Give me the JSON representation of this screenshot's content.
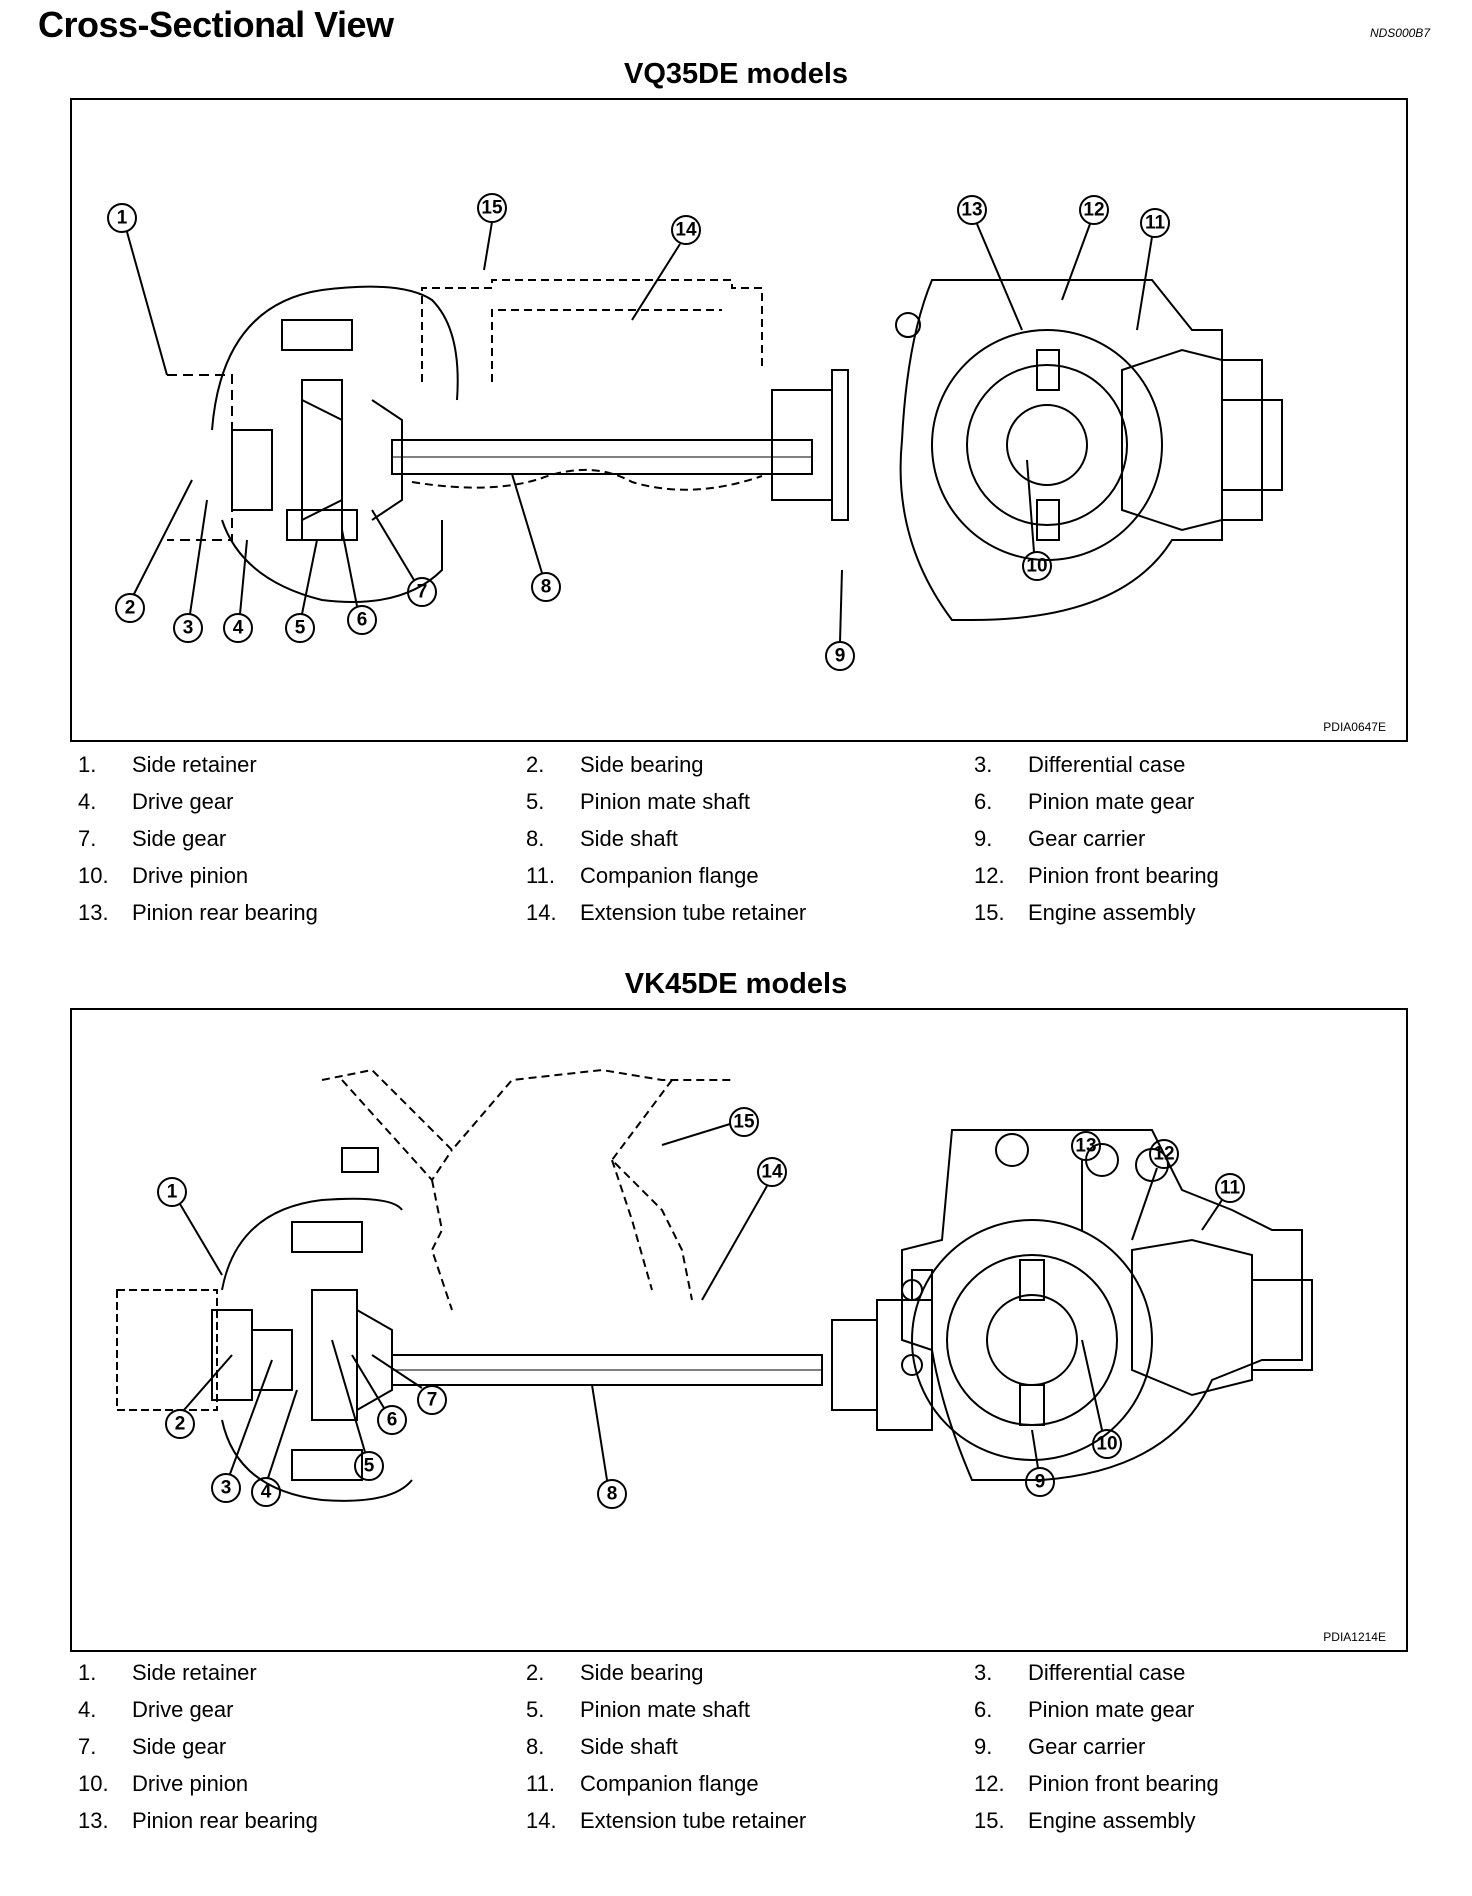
{
  "page": {
    "title": "Cross-Sectional View",
    "doc_code": "NDS000B7"
  },
  "sections": [
    {
      "title": "VQ35DE models",
      "figure_code": "PDIA0647E",
      "callouts": [
        "1",
        "2",
        "3",
        "4",
        "5",
        "6",
        "7",
        "8",
        "9",
        "10",
        "11",
        "12",
        "13",
        "14",
        "15"
      ],
      "legend": [
        {
          "num": "1.",
          "label": "Side retainer"
        },
        {
          "num": "2.",
          "label": "Side bearing"
        },
        {
          "num": "3.",
          "label": "Differential case"
        },
        {
          "num": "4.",
          "label": "Drive gear"
        },
        {
          "num": "5.",
          "label": "Pinion mate shaft"
        },
        {
          "num": "6.",
          "label": "Pinion mate gear"
        },
        {
          "num": "7.",
          "label": "Side gear"
        },
        {
          "num": "8.",
          "label": "Side shaft"
        },
        {
          "num": "9.",
          "label": "Gear carrier"
        },
        {
          "num": "10.",
          "label": "Drive pinion"
        },
        {
          "num": "11.",
          "label": "Companion flange"
        },
        {
          "num": "12.",
          "label": "Pinion front bearing"
        },
        {
          "num": "13.",
          "label": "Pinion rear bearing"
        },
        {
          "num": "14.",
          "label": "Extension tube retainer"
        },
        {
          "num": "15.",
          "label": "Engine assembly"
        }
      ]
    },
    {
      "title": "VK45DE models",
      "figure_code": "PDIA1214E",
      "callouts": [
        "1",
        "2",
        "3",
        "4",
        "5",
        "6",
        "7",
        "8",
        "9",
        "10",
        "11",
        "12",
        "13",
        "14",
        "15"
      ],
      "legend": [
        {
          "num": "1.",
          "label": "Side retainer"
        },
        {
          "num": "2.",
          "label": "Side bearing"
        },
        {
          "num": "3.",
          "label": "Differential case"
        },
        {
          "num": "4.",
          "label": "Drive gear"
        },
        {
          "num": "5.",
          "label": "Pinion mate shaft"
        },
        {
          "num": "6.",
          "label": "Pinion mate gear"
        },
        {
          "num": "7.",
          "label": "Side gear"
        },
        {
          "num": "8.",
          "label": "Side shaft"
        },
        {
          "num": "9.",
          "label": "Gear carrier"
        },
        {
          "num": "10.",
          "label": "Drive pinion"
        },
        {
          "num": "11.",
          "label": "Companion flange"
        },
        {
          "num": "12.",
          "label": "Pinion front bearing"
        },
        {
          "num": "13.",
          "label": "Pinion rear bearing"
        },
        {
          "num": "14.",
          "label": "Extension tube retainer"
        },
        {
          "num": "15.",
          "label": "Engine assembly"
        }
      ]
    }
  ]
}
